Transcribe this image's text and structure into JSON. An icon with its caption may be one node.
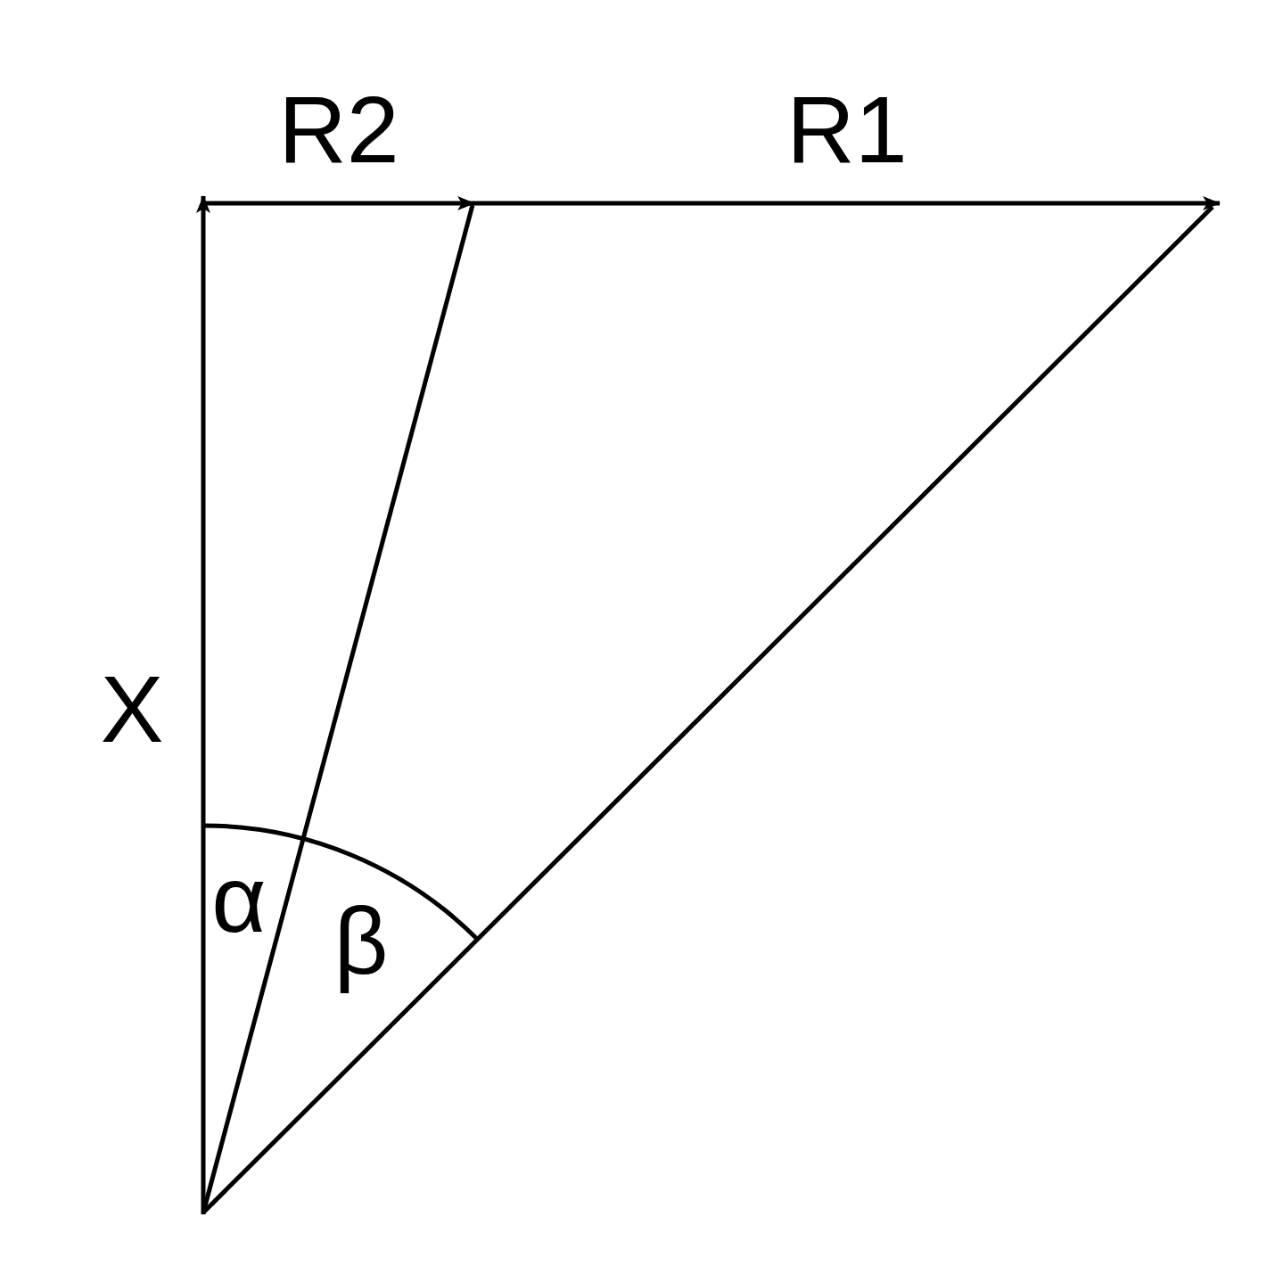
{
  "diagram": {
    "labels": [
      "R2",
      "R1",
      "X",
      "α",
      "β"
    ]
  }
}
